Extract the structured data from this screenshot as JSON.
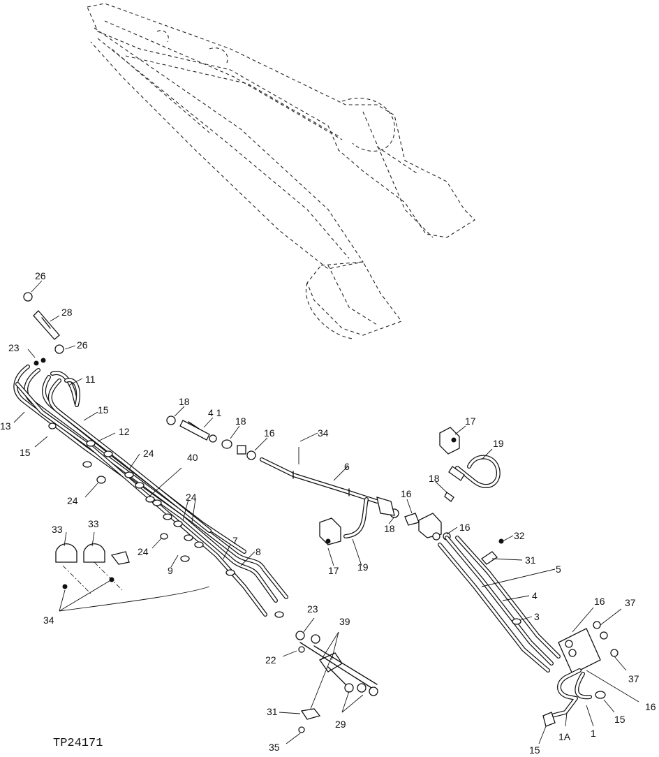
{
  "figure_id": "TP24171",
  "callouts": {
    "c26a": "26",
    "c28": "28",
    "c26b": "26",
    "c23a": "23",
    "c11": "11",
    "c13": "13",
    "c15a": "15",
    "c15b": "15",
    "c12": "12",
    "c24a": "24",
    "c40": "40",
    "c24b": "24",
    "c24c": "24",
    "c24d": "24",
    "c33a": "33",
    "c33b": "33",
    "c9": "9",
    "c7": "7",
    "c8": "8",
    "c34a": "34",
    "c18a": "18",
    "c41": "4 1",
    "c18b": "18",
    "c16a": "16",
    "c34b": "34",
    "c6": "6",
    "c17a": "17",
    "c19a": "19",
    "c18c": "18",
    "c16b": "16",
    "c16c": "16",
    "c18d": "18",
    "c17b": "17",
    "c19b": "19",
    "c32": "32",
    "c31a": "31",
    "c5": "5",
    "c4": "4",
    "c3": "3",
    "c16d": "16",
    "c37a": "37",
    "c37b": "37",
    "c16e": "16",
    "c15c": "15",
    "c15d": "15",
    "c1a": "1A",
    "c1": "1",
    "c23b": "23",
    "c39": "39",
    "c22": "22",
    "c31b": "31",
    "c29": "29",
    "c35": "35"
  }
}
